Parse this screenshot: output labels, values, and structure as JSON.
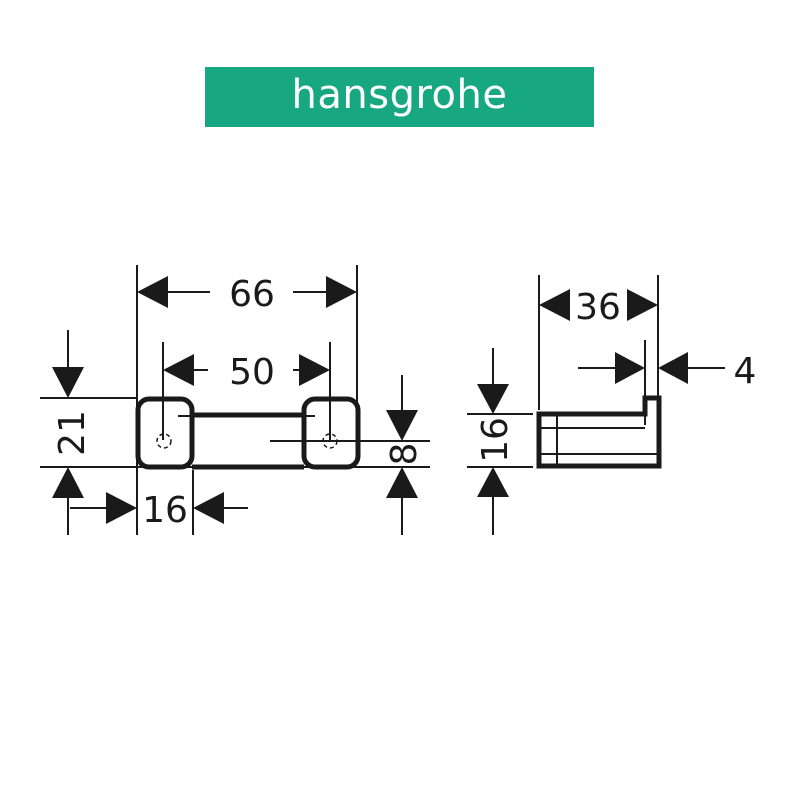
{
  "brand": {
    "name": "hansgrohe",
    "color": "#17a882"
  },
  "front_view": {
    "overall_width": "66",
    "hole_spacing": "50",
    "height": "21",
    "mount_width": "16",
    "hole_height": "8"
  },
  "side_view": {
    "depth": "36",
    "hook_thickness": "4",
    "height": "16"
  }
}
